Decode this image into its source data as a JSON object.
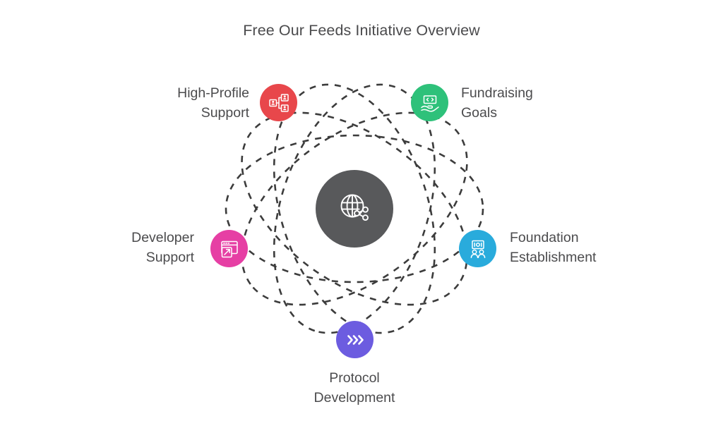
{
  "page": {
    "title": "Free Our Feeds Initiative Overview",
    "background": "#ffffff",
    "text_color": "#4b4b4d"
  },
  "hub": {
    "label": "",
    "icon": "globe-share-icon",
    "color": "#58595b"
  },
  "nodes": [
    {
      "id": "high-profile-support",
      "label": "High-Profile\nSupport",
      "icon": "org-chart-people-icon",
      "color": "#e8474b",
      "align": "right"
    },
    {
      "id": "fundraising-goals",
      "label": "Fundraising\nGoals",
      "icon": "hand-money-icon",
      "color": "#2ec17a",
      "align": "left"
    },
    {
      "id": "foundation-establishment",
      "label": "Foundation\nEstablishment",
      "icon": "people-presentation-icon",
      "color": "#29abdc",
      "align": "left"
    },
    {
      "id": "protocol-development",
      "label": "Protocol\nDevelopment",
      "icon": "triple-chevron-icon",
      "color": "#6c5ce0",
      "align": "center"
    },
    {
      "id": "developer-support",
      "label": "Developer\nSupport",
      "icon": "browser-arrow-icon",
      "color": "#e63fa4",
      "align": "right"
    }
  ],
  "orbits": {
    "stroke": "#3c3c3c",
    "dash": "9 9",
    "width": 2.6,
    "count": 5
  }
}
